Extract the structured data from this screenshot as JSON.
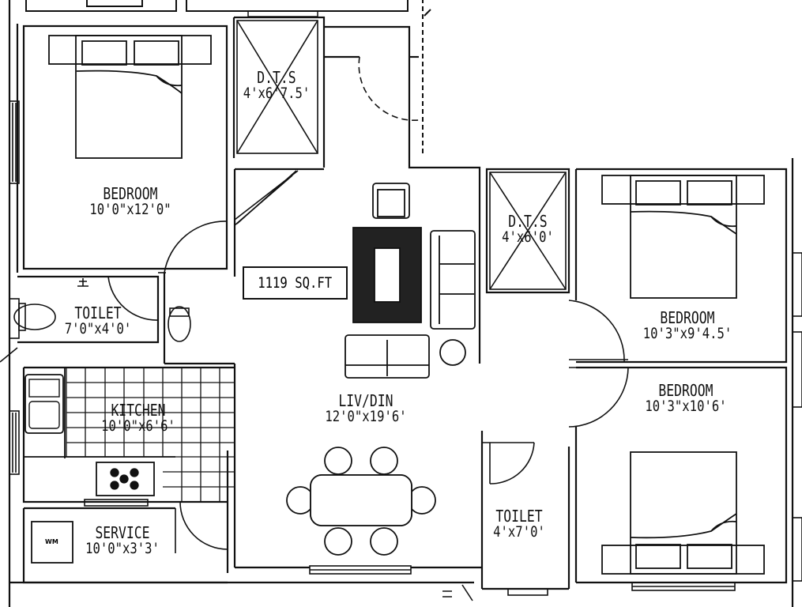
{
  "rooms": {
    "bed1": {
      "name": "BEDROOM",
      "dim": "10'0\"x12'0\""
    },
    "dts1": {
      "name": "D.T.S",
      "dim": "4'x6'7.5'"
    },
    "dts2": {
      "name": "D.T.S",
      "dim": "4'x6'0'"
    },
    "bed2": {
      "name": "BEDROOM",
      "dim": "10'3\"x9'4.5'"
    },
    "bed3": {
      "name": "BEDROOM",
      "dim": "10'3\"x10'6'"
    },
    "toilet1": {
      "name": "TOILET",
      "dim": "7'0\"x4'0'"
    },
    "toilet2": {
      "name": "TOILET",
      "dim": "4'x7'0'"
    },
    "kitchen": {
      "name": "KITCHEN",
      "dim": "10'0\"x6'6'"
    },
    "liv": {
      "name": "LIV/DIN",
      "dim": "12'0\"x19'6'"
    },
    "service": {
      "name": "SERVICE",
      "dim": "10'0\"x3'3'"
    }
  },
  "area": "1119 SQ.FT",
  "washing_machine": "WM",
  "colors": {
    "line": "#111111",
    "background": "#ffffff"
  }
}
